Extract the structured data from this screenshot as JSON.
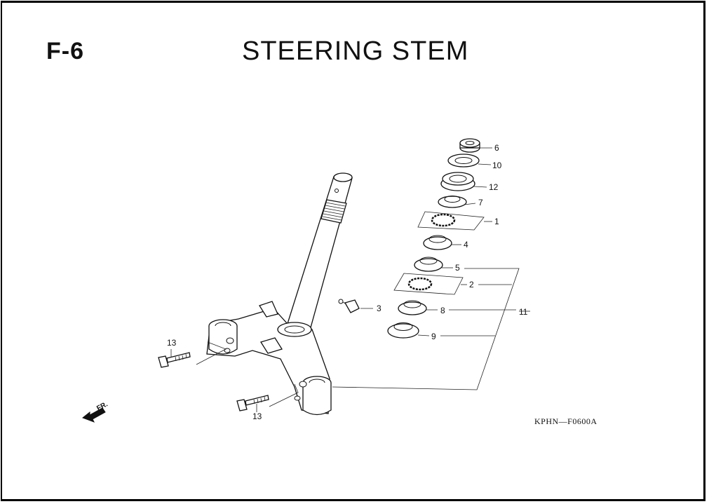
{
  "header": {
    "section_code": "F-6",
    "title": "STEERING STEM"
  },
  "diagram": {
    "callouts": {
      "c1": "1",
      "c2": "2",
      "c3": "3",
      "c4": "4",
      "c5": "5",
      "c6": "6",
      "c7": "7",
      "c8": "8",
      "c9": "9",
      "c10": "10",
      "c11": "11",
      "c12": "12",
      "c13a": "13",
      "c13b": "13"
    },
    "direction_label": "FR.",
    "drawing_code": "KPHN—F0600A"
  }
}
